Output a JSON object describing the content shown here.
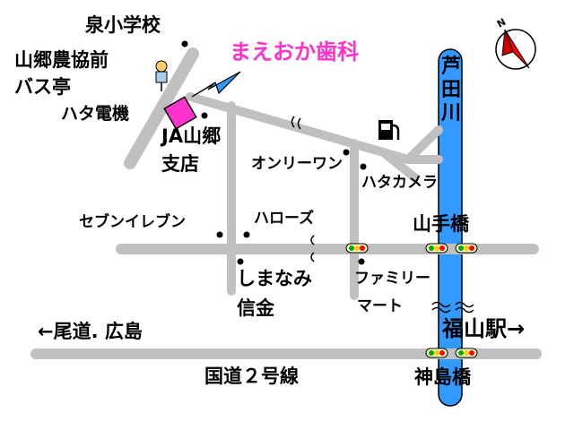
{
  "clinic": {
    "name": "まえおか歯科",
    "color": "#ff33cc"
  },
  "places": {
    "school": "泉小学校",
    "bus_stop_line1": "山郷農協前",
    "bus_stop_line2": "バス亭",
    "hata_denki": "ハタ電機",
    "ja_line1": "JA山郷",
    "ja_line2": "支店",
    "only_one": "オンリーワン",
    "hata_camera": "ハタカメラ",
    "seven_eleven": "セブンイレブン",
    "harose": "ハローズ",
    "shimanami_line1": "しまなみ",
    "shimanami_line2": "信金",
    "familymart_line1": "ファミリー",
    "familymart_line2": "マート"
  },
  "river": {
    "name": "芦田川",
    "color": "#3399ff"
  },
  "bridges": {
    "yamate": "山手橋",
    "kanjima": "神島橋"
  },
  "roads": {
    "left_direction": "←尾道. 広島",
    "right_direction": "福山駅→",
    "national_route": "国道２号線",
    "road_color": "#c0c0c0"
  },
  "compass": {
    "north_letter": "N",
    "needle_color": "#ff0000"
  },
  "icons": {
    "bus_stop": "bus-stop-icon",
    "gas_station": "gas-station-icon",
    "traffic_light": "traffic-light-icon",
    "compass": "compass-icon",
    "pointer": "arrow-icon"
  }
}
